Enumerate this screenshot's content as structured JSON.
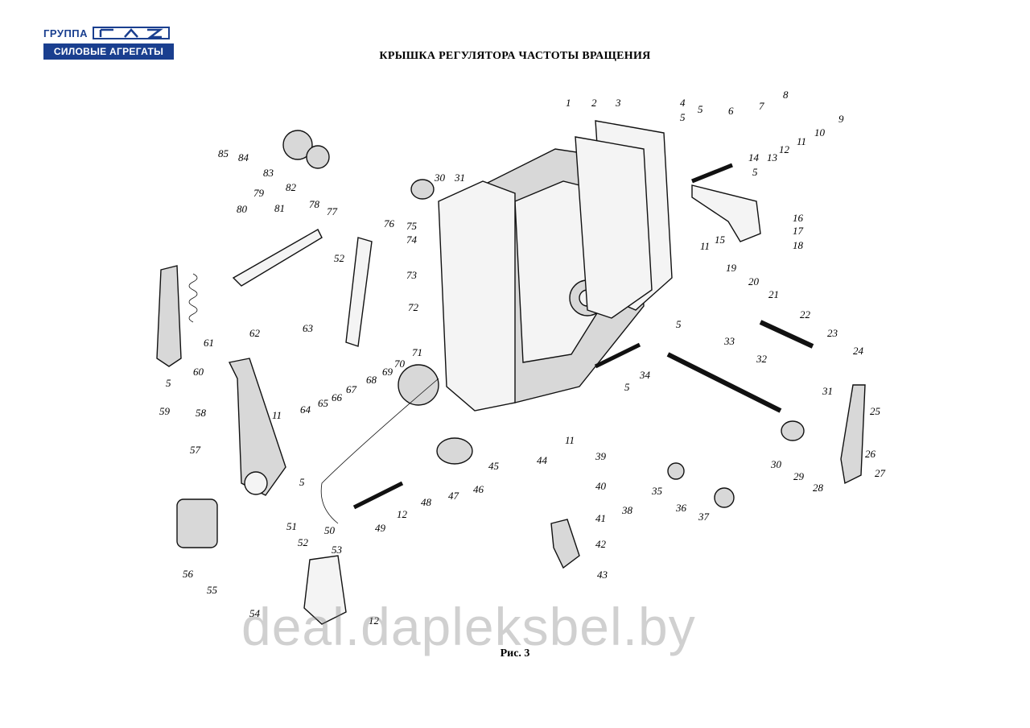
{
  "logo": {
    "group": "ГРУППА",
    "brand": "ГАЗ",
    "band": "СИЛОВЫЕ АГРЕГАТЫ"
  },
  "title": "КРЫШКА РЕГУЛЯТОРА ЧАСТОТЫ ВРАЩЕНИЯ",
  "caption": "Рис. 3",
  "watermark": "deal.dapleksbel.by",
  "labels": [
    "1",
    "2",
    "3",
    "4",
    "5",
    "5",
    "6",
    "7",
    "8",
    "9",
    "10",
    "11",
    "12",
    "13",
    "14",
    "5",
    "16",
    "17",
    "18",
    "15",
    "11",
    "19",
    "20",
    "21",
    "22",
    "23",
    "24",
    "25",
    "26",
    "27",
    "28",
    "29",
    "30",
    "31",
    "32",
    "33",
    "34",
    "5",
    "5",
    "30",
    "31",
    "76",
    "75",
    "74",
    "73",
    "72",
    "71",
    "70",
    "69",
    "68",
    "67",
    "66",
    "65",
    "64",
    "11",
    "5",
    "63",
    "62",
    "52",
    "79",
    "80",
    "81",
    "82",
    "83",
    "84",
    "85",
    "78",
    "77",
    "61",
    "60",
    "5",
    "59",
    "58",
    "57",
    "56",
    "55",
    "54",
    "53",
    "52",
    "51",
    "50",
    "49",
    "12",
    "48",
    "47",
    "46",
    "45",
    "44",
    "11",
    "43",
    "42",
    "41",
    "40",
    "39",
    "38",
    "37",
    "36",
    "35",
    "12"
  ]
}
